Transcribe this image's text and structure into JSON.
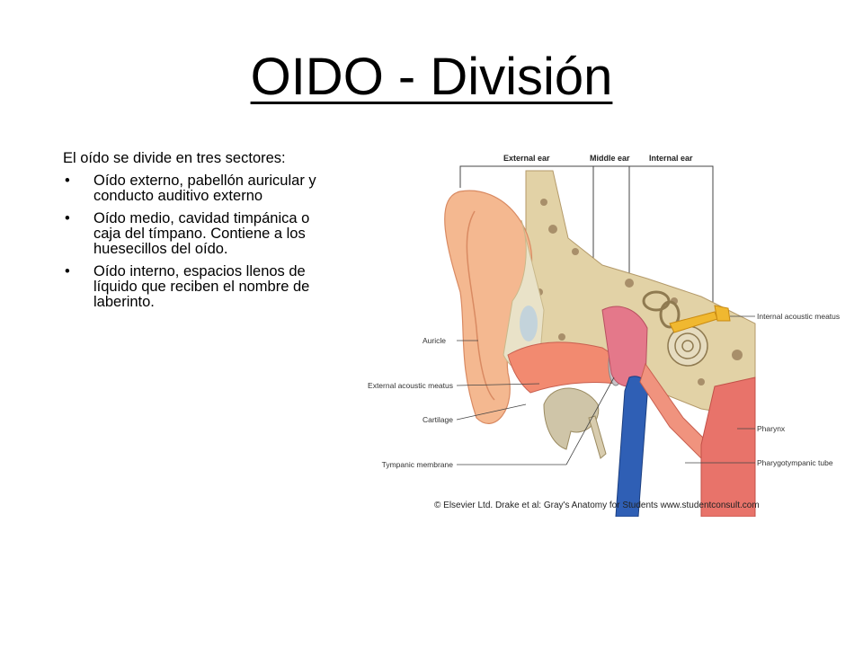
{
  "title": "OIDO - División",
  "intro": "El oído se divide en tres sectores:",
  "bullets": [
    "Oído externo, pabellón auricular y conducto auditivo externo",
    "Oído medio, cavidad timpánica o caja del tímpano. Contiene a los huesecillos del oído.",
    "Oído interno,  espacios llenos de líquido que reciben el nombre de laberinto."
  ],
  "bullet_symbol": "•",
  "figure": {
    "headers": {
      "external": "External ear",
      "middle": "Middle ear",
      "internal": "Internal ear"
    },
    "labels": {
      "auricle": "Auricle",
      "external_meatus": "External acoustic meatus",
      "cartilage": "Cartilage",
      "tympanic": "Tympanic membrane",
      "internal_meatus": "Internal acoustic meatus",
      "pharynx": "Pharynx",
      "pharyngo": "Pharygotympanic tube"
    },
    "credit": "© Elsevier Ltd. Drake et al: Gray's Anatomy for Students www.studentconsult.com",
    "colors": {
      "skin": "#f2b48a",
      "bone": "#d9c9a0",
      "canal": "#f08a70",
      "vessel": "#2f5fb5",
      "nerve": "#f0b830",
      "pharynx": "#e8736a"
    }
  }
}
